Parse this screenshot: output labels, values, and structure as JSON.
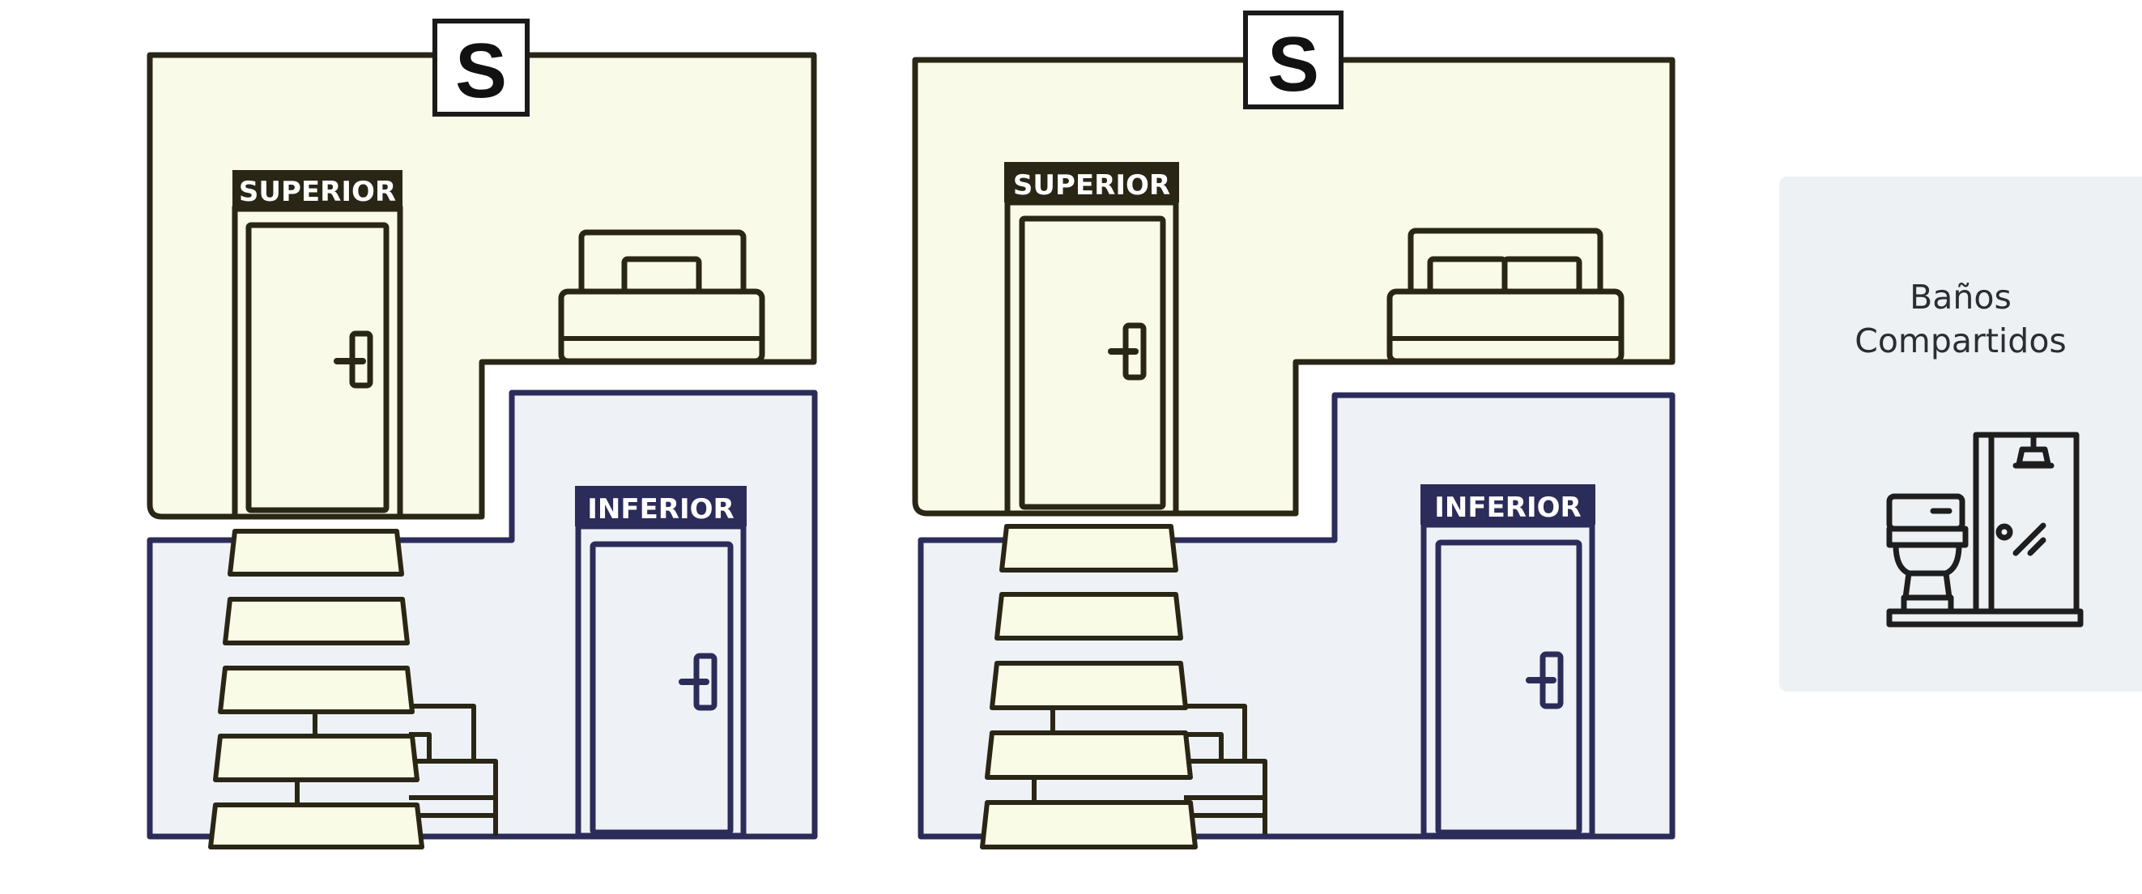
{
  "colors": {
    "upper_fill": "#f9fbe8",
    "lower_fill": "#eef2f6",
    "dark_stroke": "#2a2616",
    "navy_stroke": "#2c2c5a",
    "panel_fill": "#eef1f4",
    "stair_fill": "#fafbe6"
  },
  "variants": [
    {
      "s_badge": "S",
      "superior_label": "SUPERIOR",
      "inferior_label": "INFERIOR",
      "bed": "single-bed-icon"
    },
    {
      "s_badge": "S",
      "superior_label": "SUPERIOR",
      "inferior_label": "INFERIOR",
      "bed": "double-bed-icon"
    }
  ],
  "shared_bath": {
    "title_line1": "Baños",
    "title_line2": "Compartidos",
    "icon": "toilet-shower-icon"
  }
}
